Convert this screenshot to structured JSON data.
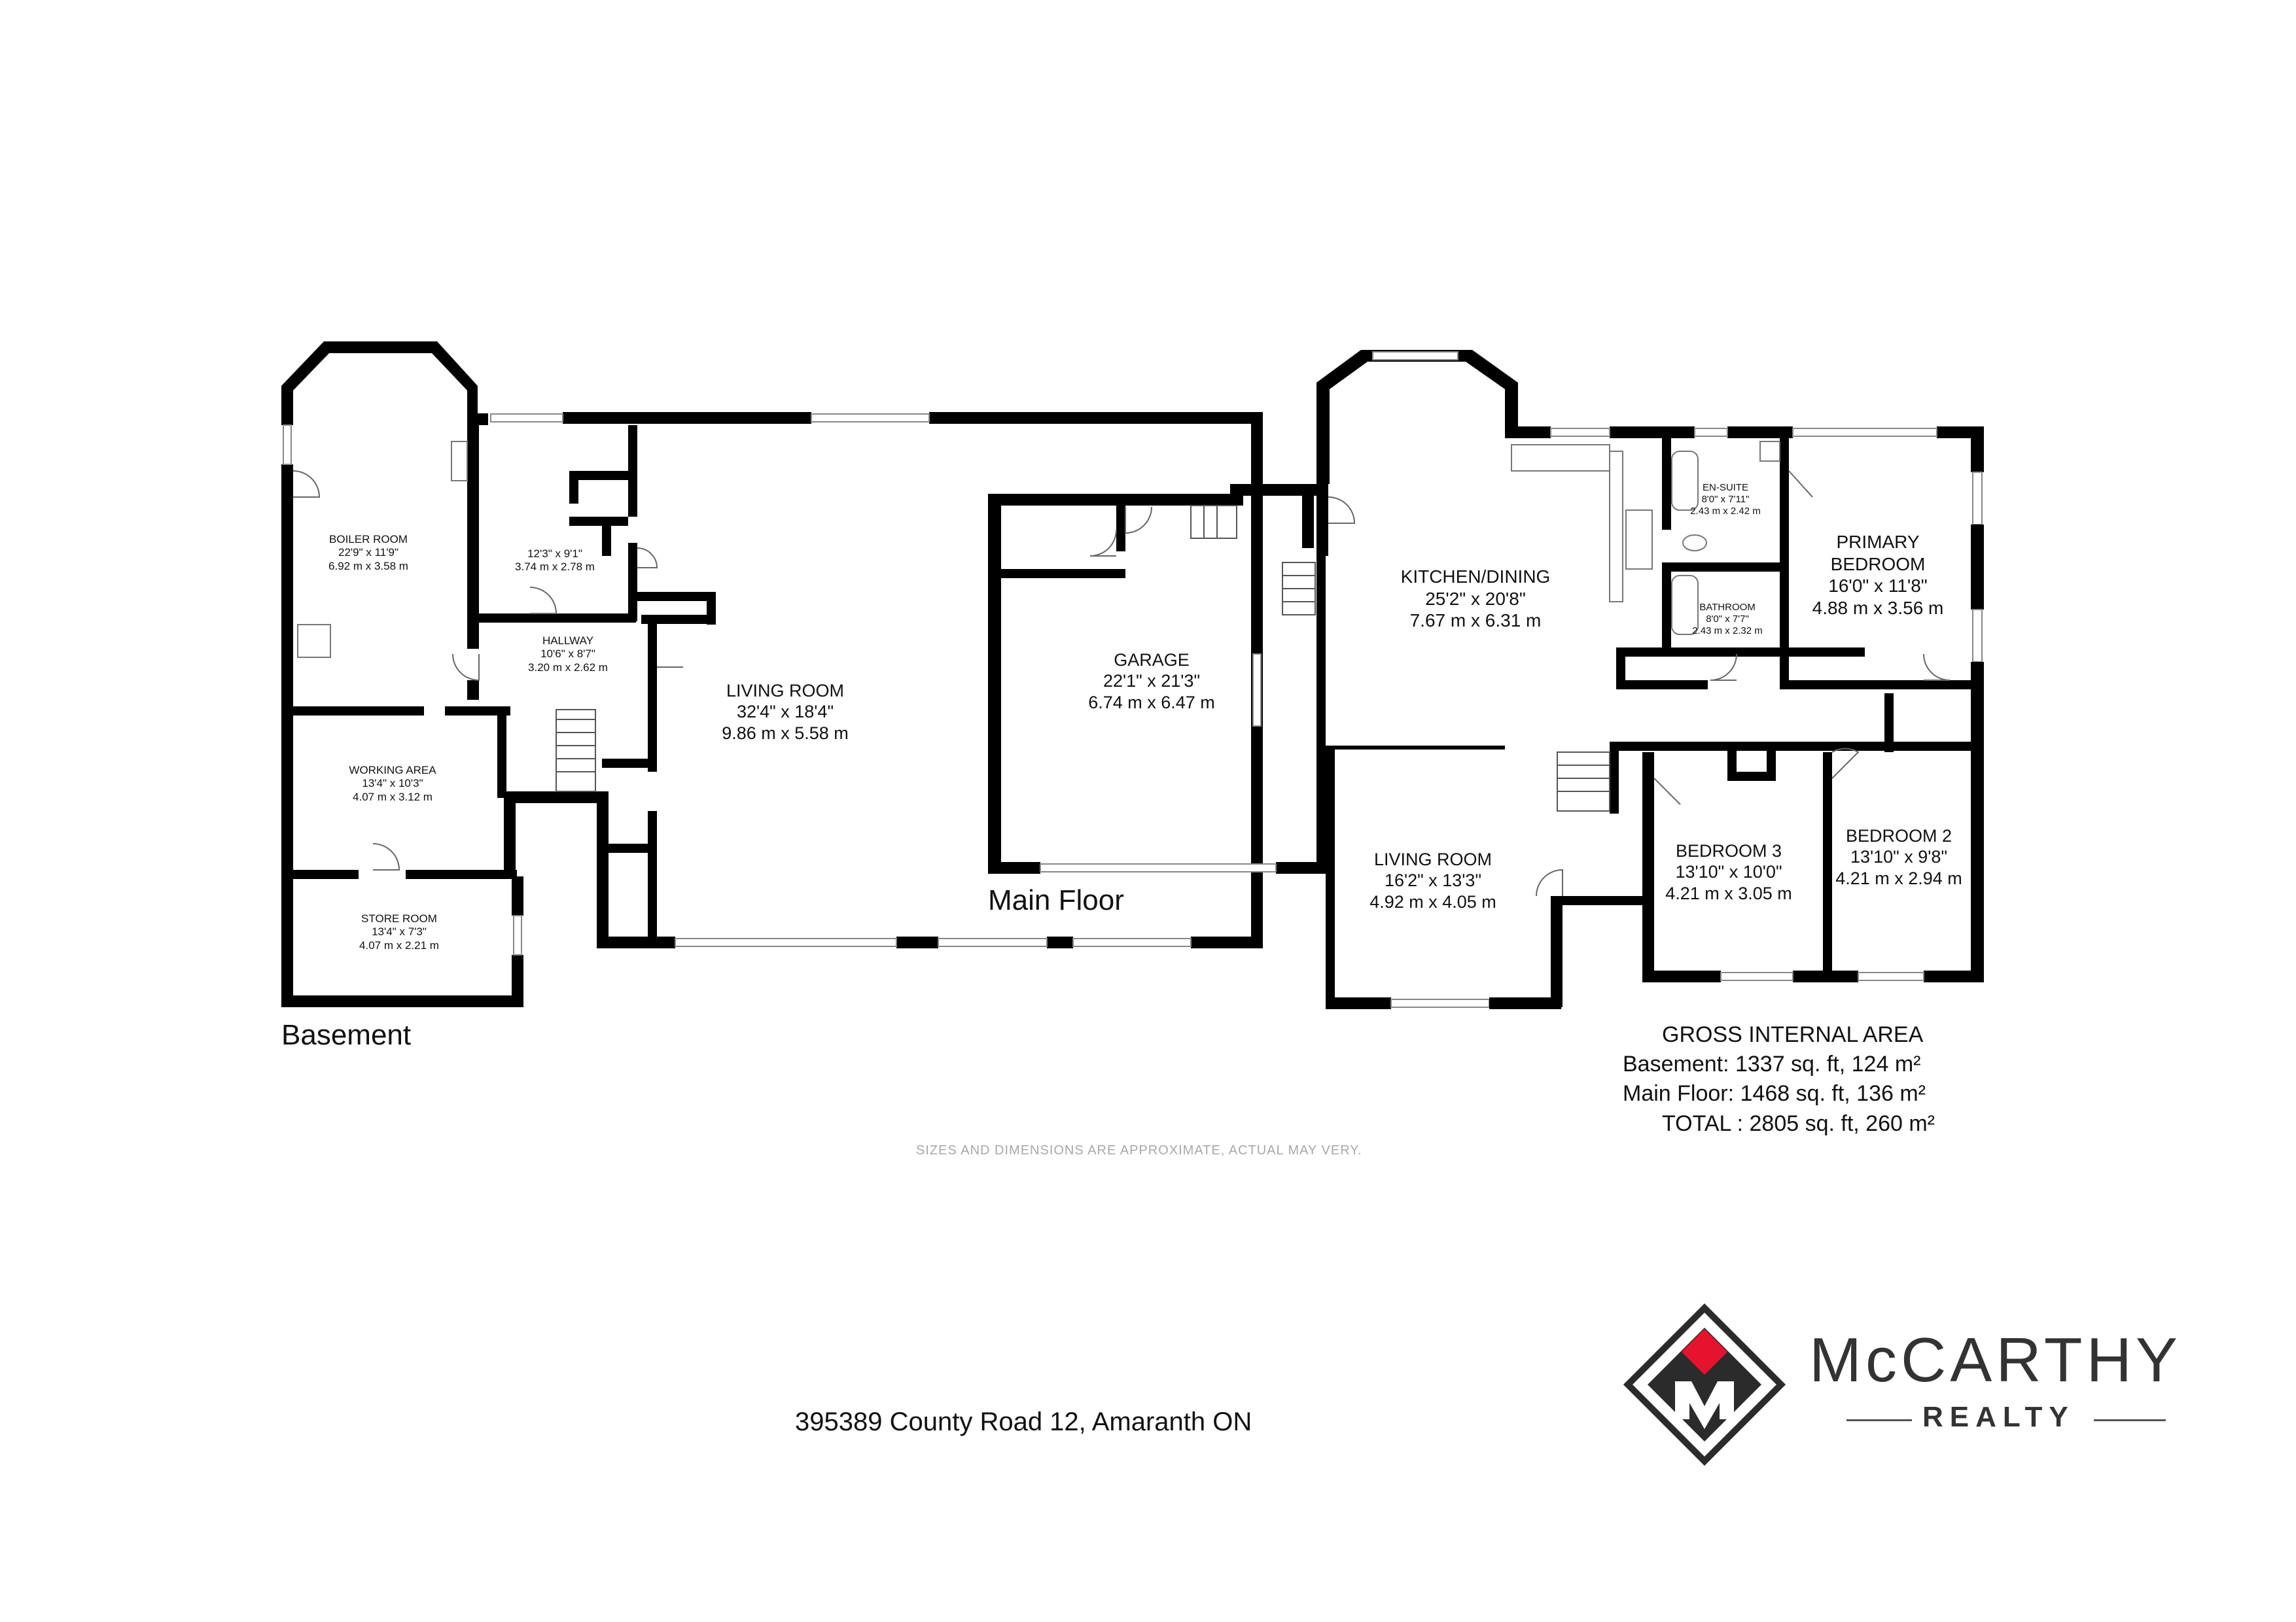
{
  "disclaimer": "SIZES AND DIMENSIONS ARE APPROXIMATE, ACTUAL MAY VERY.",
  "address": "395389 County Road 12, Amaranth ON",
  "logo": {
    "name": "McCARTHY",
    "subtitle": "REALTY",
    "mark": "diamond-m-logo-icon",
    "colors": {
      "accent": "#e5132d",
      "dark": "#2b2b2b"
    }
  },
  "basement": {
    "title": "Basement",
    "rooms": [
      {
        "name": "BOILER ROOM",
        "imperial": "22'9\" x 11'9\"",
        "metric": "6.92 m x 3.58 m"
      },
      {
        "name": "",
        "imperial": "12'3\" x 9'1\"",
        "metric": "3.74 m x 2.78 m"
      },
      {
        "name": "HALLWAY",
        "imperial": "10'6\" x 8'7\"",
        "metric": "3.20 m x 2.62 m"
      },
      {
        "name": "LIVING ROOM",
        "imperial": "32'4\" x 18'4\"",
        "metric": "9.86 m x 5.58 m"
      },
      {
        "name": "WORKING AREA",
        "imperial": "13'4\" x 10'3\"",
        "metric": "4.07 m x 3.12 m"
      },
      {
        "name": "STORE ROOM",
        "imperial": "13'4\" x 7'3\"",
        "metric": "4.07 m x 2.21 m"
      }
    ]
  },
  "main_floor": {
    "title": "Main Floor",
    "rooms": [
      {
        "name": "GARAGE",
        "imperial": "22'1\" x 21'3\"",
        "metric": "6.74 m x 6.47 m"
      },
      {
        "name": "KITCHEN/DINING",
        "imperial": "25'2\" x 20'8\"",
        "metric": "7.67 m x 6.31 m"
      },
      {
        "name": "EN-SUITE",
        "imperial": "8'0\" x 7'11\"",
        "metric": "2.43 m x 2.42 m"
      },
      {
        "name": "BATHROOM",
        "imperial": "8'0\" x 7'7\"",
        "metric": "2.43 m x 2.32 m"
      },
      {
        "name": "PRIMARY\nBEDROOM",
        "imperial": "16'0\" x 11'8\"",
        "metric": "4.88 m x 3.56 m"
      },
      {
        "name": "LIVING ROOM",
        "imperial": "16'2\" x 13'3\"",
        "metric": "4.92 m x 4.05 m"
      },
      {
        "name": "BEDROOM 3",
        "imperial": "13'10\" x 10'0\"",
        "metric": "4.21 m x 3.05 m"
      },
      {
        "name": "BEDROOM 2",
        "imperial": "13'10\" x 9'8\"",
        "metric": "4.21 m x 2.94 m"
      }
    ]
  },
  "gross_internal_area": {
    "title": "GROSS INTERNAL AREA",
    "basement": "Basement: 1337 sq. ft, 124 m²",
    "main_floor": "Main Floor: 1468 sq. ft, 136 m²",
    "total": "TOTAL : 2805 sq. ft, 260 m²"
  }
}
